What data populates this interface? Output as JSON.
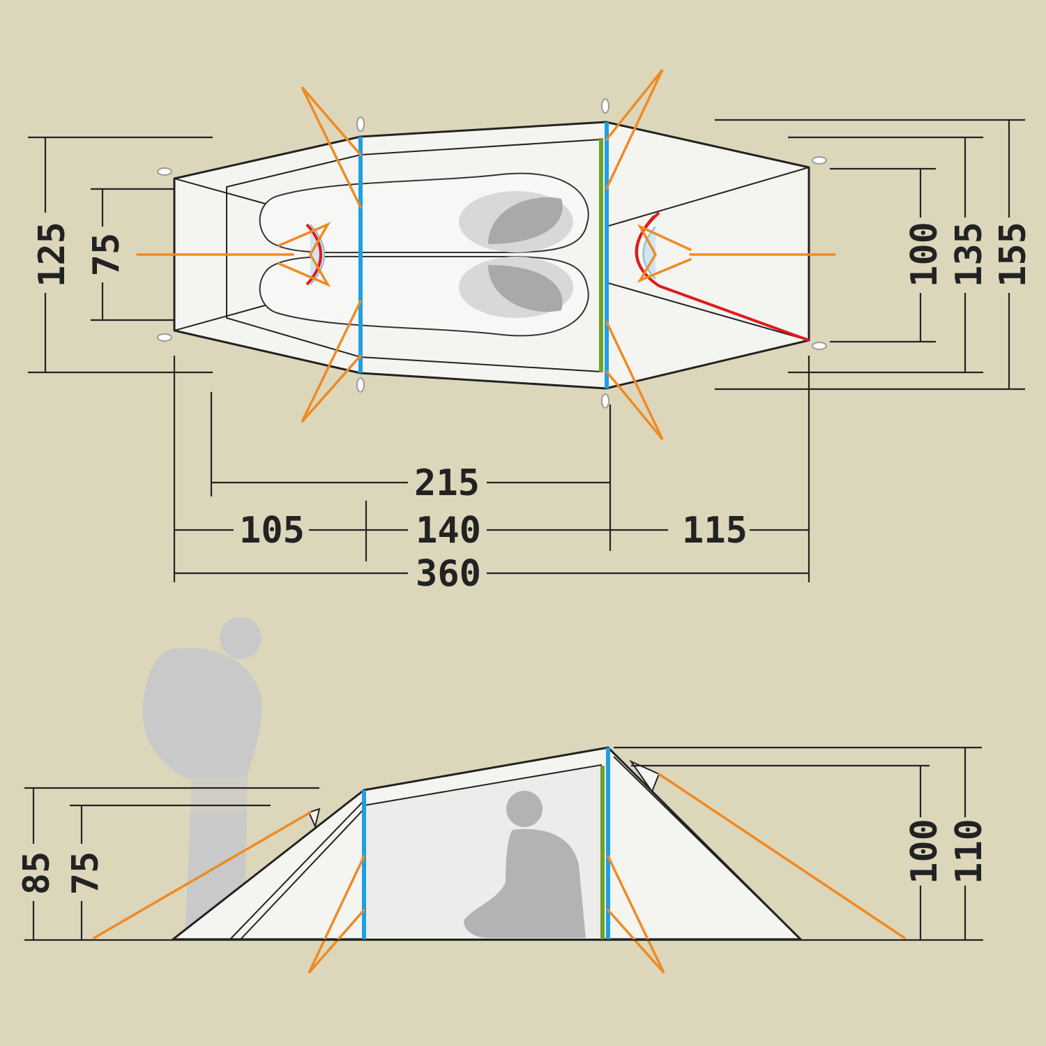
{
  "colors": {
    "background": "#dcd6bb",
    "tent_fill": "#f4f4f1",
    "outline": "#222222",
    "pole_main": "#1ea0e0",
    "pole_secondary": "#6ea127",
    "guyline": "#ee8a22",
    "vent_arc": "#e01a1a",
    "silhouette": "#c9c9c9"
  },
  "top_view": {
    "widths": {
      "left_outer": "125",
      "left_inner": "75",
      "right_inner": "100",
      "right_mid": "135",
      "right_outer": "155"
    },
    "lengths": {
      "inner_tent": "215",
      "left_vestibule": "105",
      "center": "140",
      "right_vestibule": "115",
      "total": "360"
    }
  },
  "side_view": {
    "heights": {
      "left_outer": "85",
      "left_inner": "75",
      "right_inner": "100",
      "right_outer": "110"
    }
  }
}
